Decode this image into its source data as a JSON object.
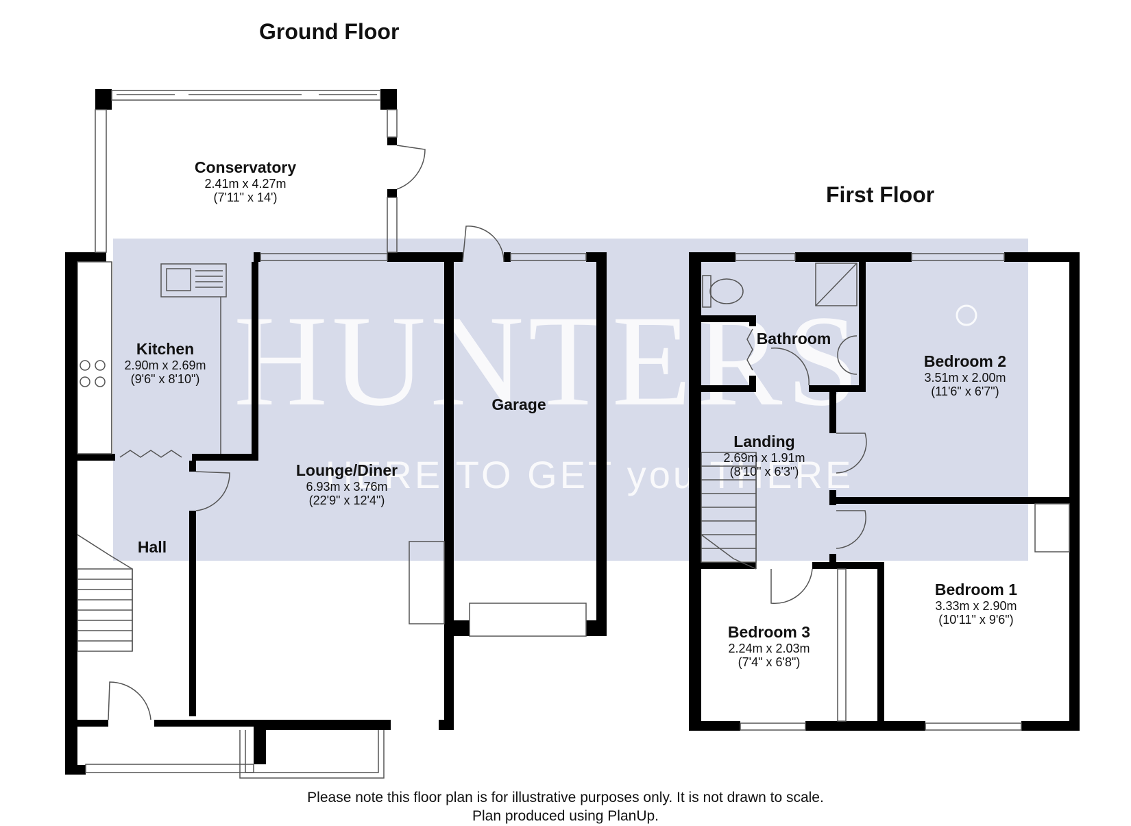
{
  "ground_floor": {
    "title": "Ground Floor",
    "rooms": {
      "conservatory": {
        "name": "Conservatory",
        "metric": "2.41m x 4.27m",
        "imperial": "(7'11\" x 14')"
      },
      "kitchen": {
        "name": "Kitchen",
        "metric": "2.90m x 2.69m",
        "imperial": "(9'6\" x 8'10\")"
      },
      "lounge_diner": {
        "name": "Lounge/Diner",
        "metric": "6.93m x 3.76m",
        "imperial": "(22'9\" x 12'4\")"
      },
      "garage": {
        "name": "Garage"
      },
      "hall": {
        "name": "Hall"
      }
    }
  },
  "first_floor": {
    "title": "First Floor",
    "rooms": {
      "bathroom": {
        "name": "Bathroom"
      },
      "bedroom2": {
        "name": "Bedroom 2",
        "metric": "3.51m x 2.00m",
        "imperial": "(11'6\" x 6'7\")"
      },
      "landing": {
        "name": "Landing",
        "metric": "2.69m x 1.91m",
        "imperial": "(8'10\" x 6'3\")"
      },
      "bedroom1": {
        "name": "Bedroom 1",
        "metric": "3.33m x 2.90m",
        "imperial": "(10'11\" x 9'6\")"
      },
      "bedroom3": {
        "name": "Bedroom 3",
        "metric": "2.24m x 2.03m",
        "imperial": "(7'4\" x 6'8\")"
      }
    }
  },
  "watermark": {
    "brand": "HUNTERS",
    "tagline": "HERE TO GET you THERE",
    "color": "#c9cfe3"
  },
  "footer": {
    "line1": "Please note this floor plan is for illustrative purposes only. It is not drawn to scale.",
    "line2": "Plan produced using PlanUp."
  }
}
